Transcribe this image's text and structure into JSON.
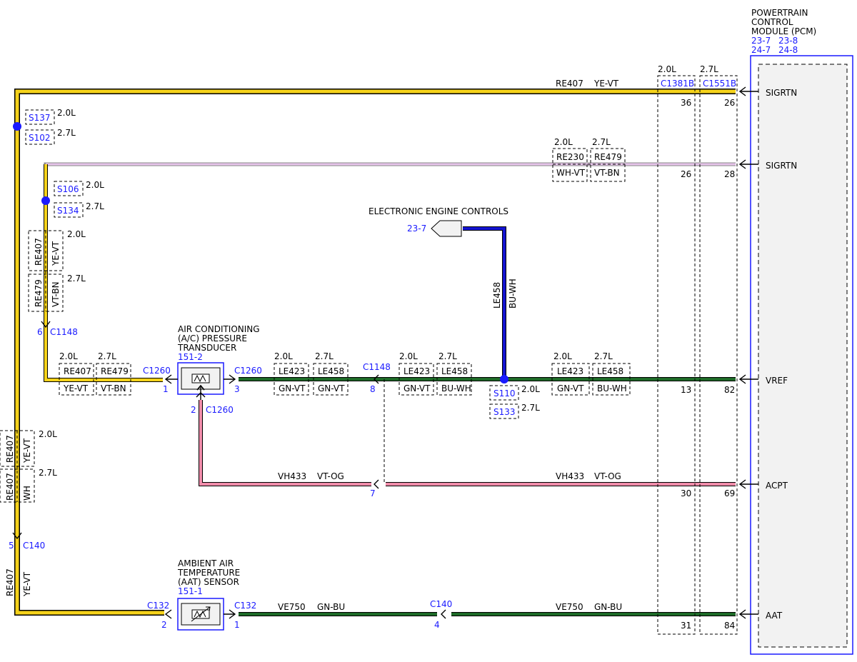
{
  "pcm": {
    "title_lines": [
      "POWERTRAIN",
      "CONTROL",
      "MODULE (PCM)"
    ],
    "refs": [
      "23-7",
      "23-8",
      "24-7",
      "24-8"
    ],
    "connectors": [
      {
        "variant": "2.0L",
        "name": "C1381B"
      },
      {
        "variant": "2.7L",
        "name": "C1551B"
      }
    ],
    "pins": [
      {
        "label": "SIGRTN",
        "pin_20": "36",
        "pin_27": "26"
      },
      {
        "label": "SIGRTN",
        "pin_20": "26",
        "pin_27": "28"
      },
      {
        "label": "VREF",
        "pin_20": "13",
        "pin_27": "82"
      },
      {
        "label": "ACPT",
        "pin_20": "30",
        "pin_27": "69"
      },
      {
        "label": "AAT",
        "pin_20": "31",
        "pin_27": "84"
      }
    ]
  },
  "eec": {
    "title": "ELECTRONIC ENGINE CONTROLS",
    "ref": "23-7",
    "circuit": "LE458",
    "color": "BU-WH"
  },
  "wires": {
    "top": {
      "circuit": "RE407",
      "color": "YE-VT"
    },
    "sig2": [
      {
        "variant": "2.0L",
        "circuit": "RE230",
        "color": "WH-VT"
      },
      {
        "variant": "2.7L",
        "circuit": "RE479",
        "color": "VT-BN"
      }
    ],
    "vref_a": [
      {
        "variant": "2.0L",
        "circuit": "LE423",
        "color": "GN-VT"
      },
      {
        "variant": "2.7L",
        "circuit": "LE458",
        "color": "GN-VT"
      }
    ],
    "vref_b": [
      {
        "variant": "2.0L",
        "circuit": "LE423",
        "color": "GN-VT"
      },
      {
        "variant": "2.7L",
        "circuit": "LE458",
        "color": "BU-WH"
      }
    ],
    "vref_c": [
      {
        "variant": "2.0L",
        "circuit": "LE423",
        "color": "GN-VT"
      },
      {
        "variant": "2.7L",
        "circuit": "LE458",
        "color": "BU-WH"
      }
    ],
    "sensor_left": [
      {
        "variant": "2.0L",
        "circuit": "RE407",
        "color": "YE-VT"
      },
      {
        "variant": "2.7L",
        "circuit": "RE479",
        "color": "VT-BN"
      }
    ],
    "vert_inner": [
      {
        "variant": "2.0L",
        "circuit": "RE407",
        "color": "YE-VT"
      },
      {
        "variant": "2.7L",
        "circuit": "RE479",
        "color": "VT-BN"
      }
    ],
    "vert_outer": [
      {
        "variant": "2.0L",
        "circuit": "RE407",
        "color": "YE-VT"
      },
      {
        "variant": "2.7L",
        "circuit": "RE407",
        "color": "WH"
      }
    ],
    "vert_bottom": {
      "circuit": "RE407",
      "color": "YE-VT"
    },
    "acpt_left": {
      "circuit": "VH433",
      "color": "VT-OG"
    },
    "acpt_right": {
      "circuit": "VH433",
      "color": "VT-OG"
    },
    "aat_wire": {
      "circuit": "VE750",
      "color": "GN-BU"
    },
    "aat_wire2": {
      "circuit": "VE750",
      "color": "GN-BU"
    }
  },
  "splices": {
    "s137": "S137",
    "s137_var": "2.0L",
    "s102": "S102",
    "s102_var": "2.7L",
    "s106": "S106",
    "s106_var": "2.0L",
    "s134": "S134",
    "s134_var": "2.7L",
    "s110": "S110",
    "s110_var": "2.0L",
    "s133": "S133",
    "s133_var": "2.7L"
  },
  "acpt_sensor": {
    "title_lines": [
      "AIR CONDITIONING",
      "(A/C) PRESSURE",
      "TRANSDUCER"
    ],
    "ref": "151-2",
    "conn": "C1260",
    "pin1": "1",
    "pin2": "2",
    "pin3": "3"
  },
  "aat_sensor": {
    "title_lines": [
      "AMBIENT AIR",
      "TEMPERATURE",
      "(AAT) SENSOR"
    ],
    "ref": "151-1",
    "conn": "C132",
    "pin1": "1",
    "pin2": "2"
  },
  "inline": {
    "c1148": "C1148",
    "c1148_pin6": "6",
    "c1148_pin7": "7",
    "c1148_pin8": "8",
    "c140": "C140",
    "c140_pin4": "4",
    "c140_pin5": "5"
  },
  "colors": {
    "yellow": "#f5d21a",
    "green": "#1e6b28",
    "blue": "#1414d2",
    "pink": "#f08caa",
    "lavender": "#e6c4ea",
    "label_blue": "#1a1aff"
  }
}
